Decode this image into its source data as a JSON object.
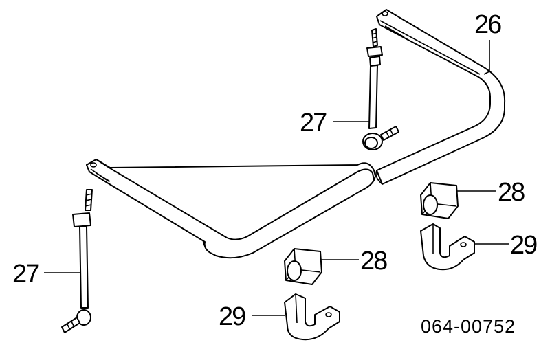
{
  "diagram": {
    "drawing_number": "064-00752",
    "callouts": {
      "stabilizer_bar": "26",
      "link_rear": "27",
      "link_front": "27",
      "bushing_right": "28",
      "bushing_center": "28",
      "bracket_right": "29",
      "bracket_center": "29"
    }
  }
}
